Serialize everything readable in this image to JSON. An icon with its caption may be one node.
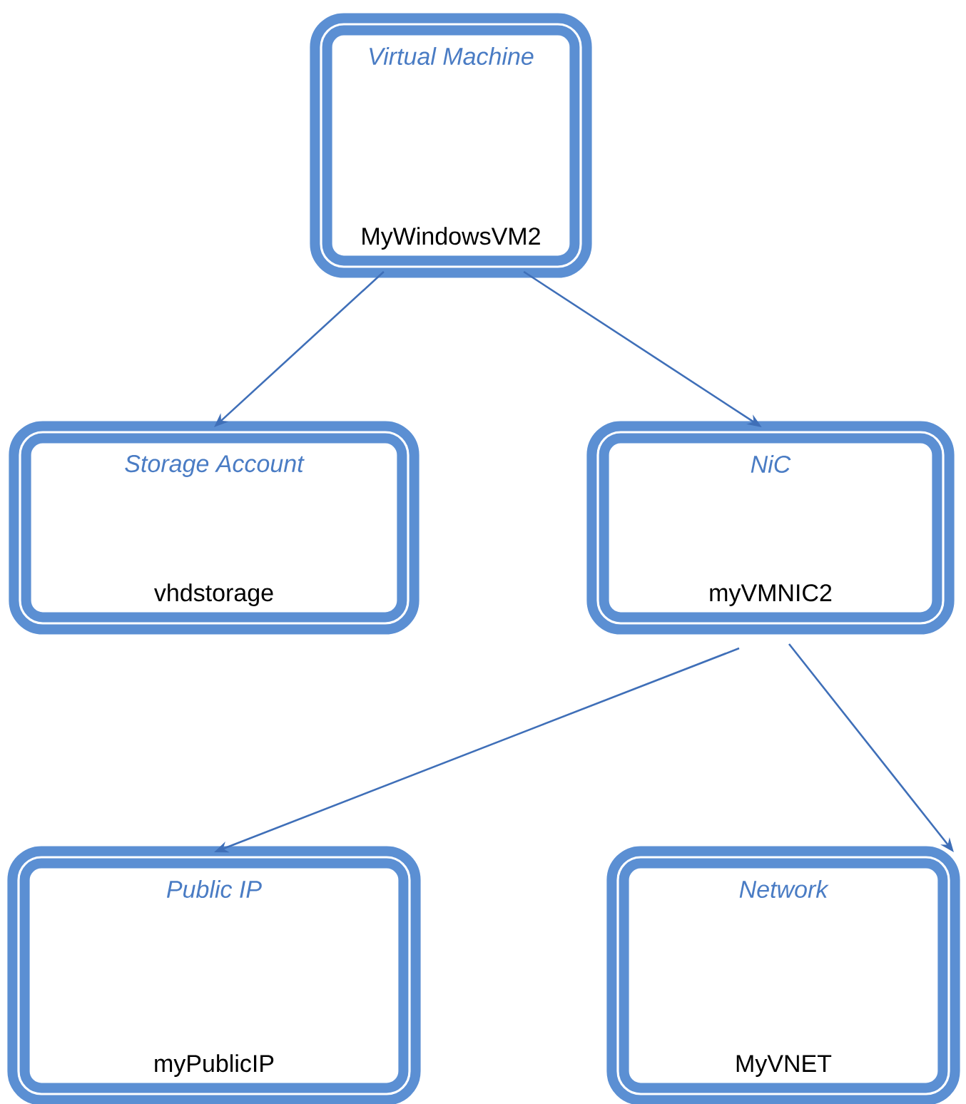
{
  "diagram": {
    "nodes": [
      {
        "text": [
          "Virtual Machine",
          "MyWindowsVM2"
        ]
      },
      {
        "text": [
          "Storage Account",
          "vhdstorage"
        ]
      },
      {
        "text": [
          "NiC",
          "myVMNIC2"
        ]
      },
      {
        "text": [
          "Public IP",
          "myPublicIP"
        ]
      },
      {
        "text": [
          "Network",
          "MyVNET"
        ]
      }
    ],
    "edges": [
      {
        "from": 0,
        "to": 1,
        "arrow": "to"
      },
      {
        "from": 0,
        "to": 2,
        "arrow": "to"
      },
      {
        "from": 2,
        "to": 3,
        "arrow": "to"
      },
      {
        "from": 2,
        "to": 4,
        "arrow": "to"
      }
    ]
  }
}
